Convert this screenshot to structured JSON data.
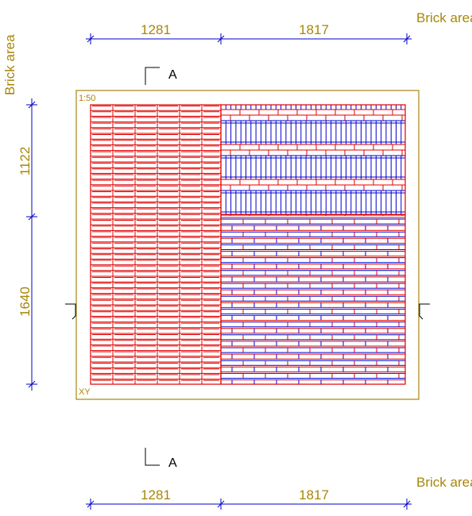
{
  "labels": {
    "brick_area_top": "Brick area",
    "brick_area_left": "Brick area",
    "brick_area_bottom": "Brick area",
    "scale": "1:50",
    "view": "XY",
    "section_top": "A",
    "section_bottom": "A"
  },
  "dimensions": {
    "top_left": "1281",
    "top_right": "1817",
    "bottom_left": "1281",
    "bottom_right": "1817",
    "left_upper": "1122",
    "left_lower": "1640"
  },
  "colors": {
    "frame": "#a8860a",
    "text": "#a8860a",
    "dimension_line": "#0000c8",
    "brick_red": "#e00000",
    "brick_blue": "#0000d0"
  }
}
